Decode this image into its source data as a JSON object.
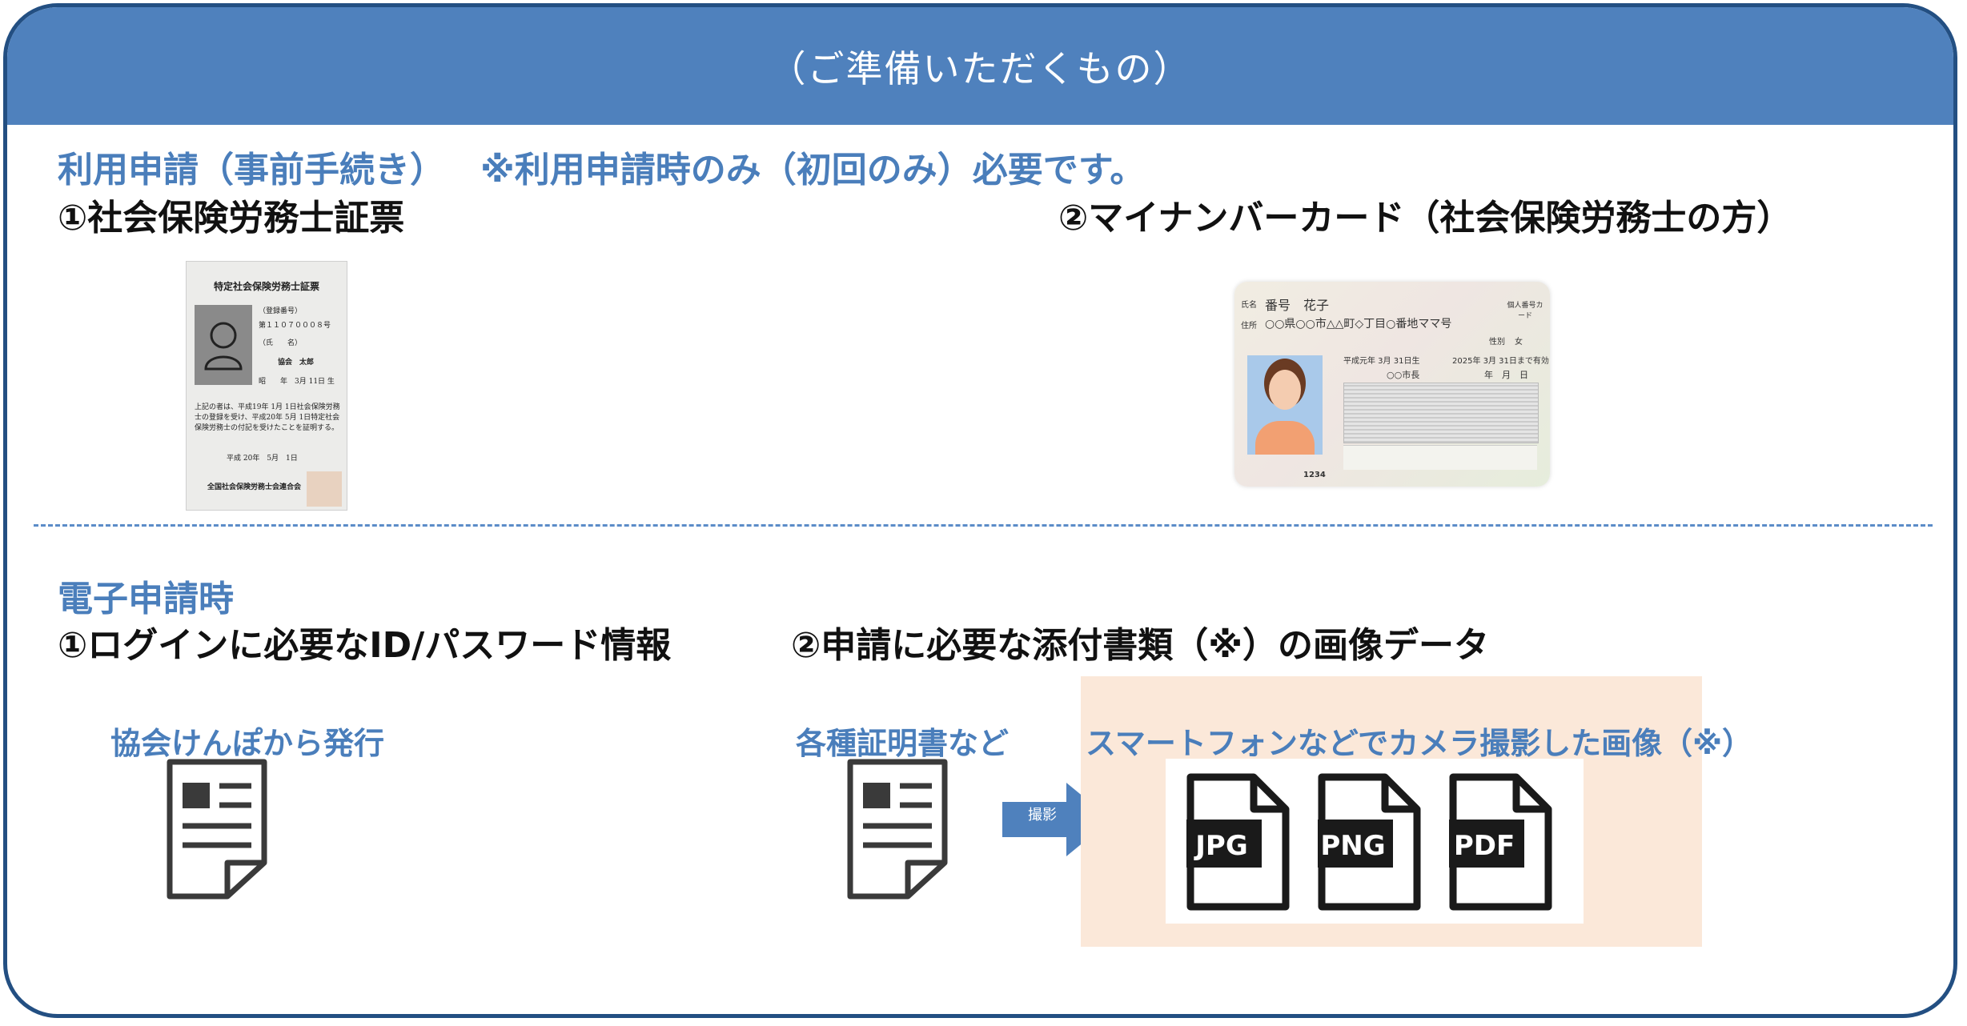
{
  "header": {
    "title": "（ご準備いただくもの）"
  },
  "section1": {
    "title": "利用申請（事前手続き）",
    "note": "※利用申請時のみ（初回のみ）必要です。",
    "item1": "①社会保険労務士証票",
    "item2": "②マイナンバーカード（社会保険労務士の方）",
    "certificate": {
      "title": "特定社会保険労務士証票",
      "reg_label": "（登録番号）",
      "reg_number": "第１１０７０００８号",
      "name_label": "（氏　　名）",
      "name": "協会　太郎",
      "birth": "昭　　年　3月 11日 生",
      "body": "上記の者は、平成19年 1月 1日社会保険労務士の登録を受け、平成20年 5月 1日特定社会保険労務士の付記を受けたことを証明する。",
      "date": "平成 20年　5月　1日",
      "issuer": "全国社会保険労務士会連合会"
    },
    "mynumber_card": {
      "name_label": "氏名",
      "name": "番号　花子",
      "address_label": "住所",
      "address": "○○県○○市△△町◇丁目○番地ママ号",
      "badge": "個人番号カード",
      "sex_label": "性別",
      "sex": "女",
      "birth": "平成元年 3月 31日生",
      "expiry": "2025年 3月 31日まで有効",
      "mayor": "○○市長",
      "date_field": "年　月　日",
      "serial": "1234"
    }
  },
  "section2": {
    "title": "電子申請時",
    "item1": "①ログインに必要なID/パスワード情報",
    "item2": "②申請に必要な添付書類（※）の画像データ",
    "label_issue": "協会けんぽから発行",
    "label_certs": "各種証明書など",
    "label_photo": "スマートフォンなどでカメラ撮影した画像（※）",
    "arrow_label": "撮影",
    "file_types": [
      "JPG",
      "PNG",
      "PDF"
    ]
  },
  "colors": {
    "header_bg": "#4f81bd",
    "frame_border": "#234f82",
    "accent_text": "#4a7ebb",
    "peach": "#fbe8d9",
    "arrow": "#4f81bd"
  }
}
